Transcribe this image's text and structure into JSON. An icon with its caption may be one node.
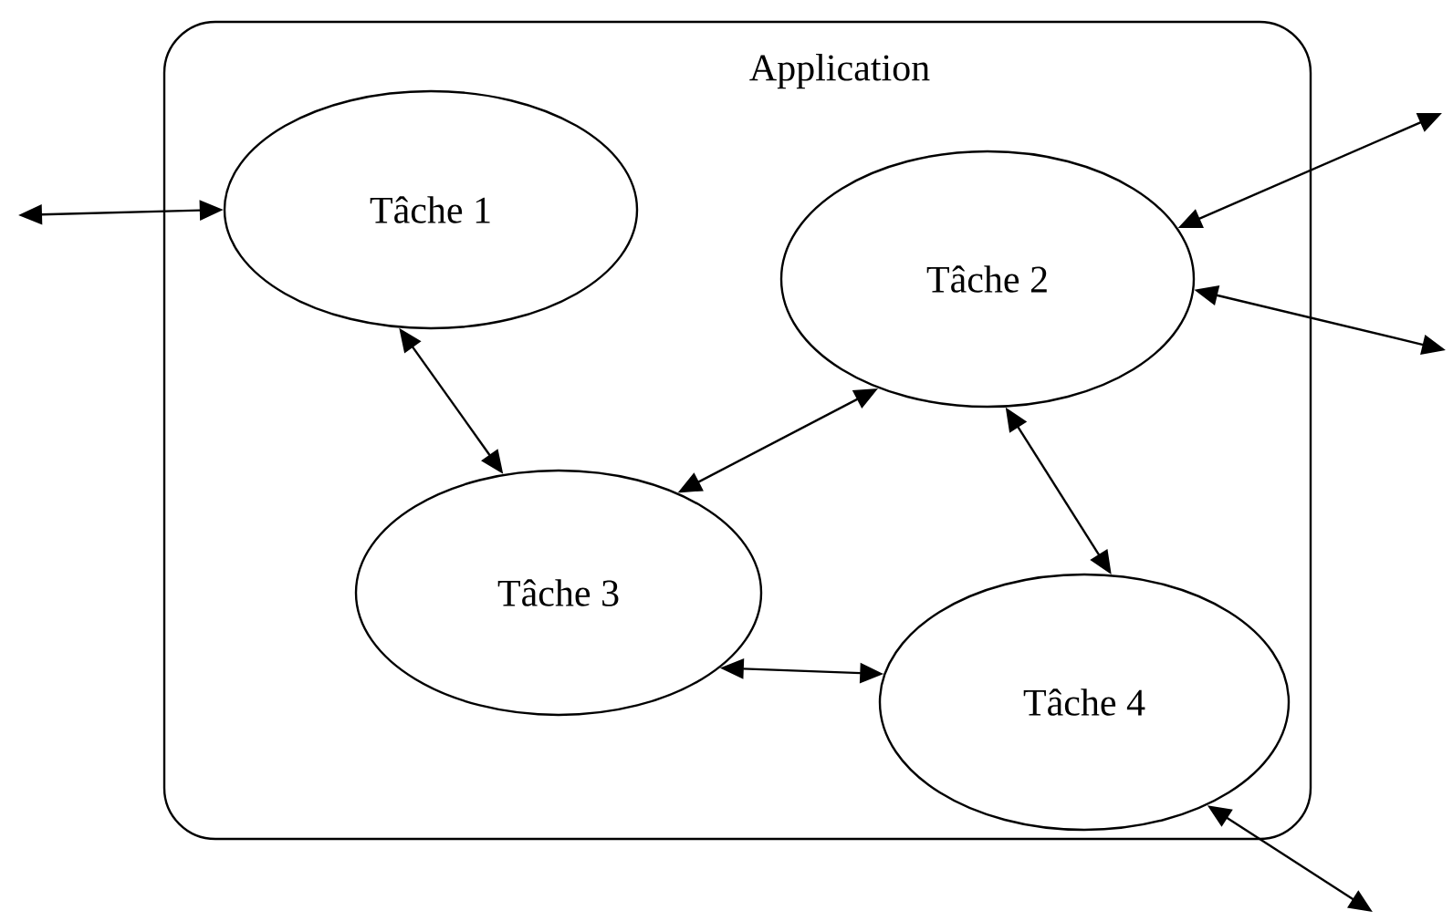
{
  "diagram": {
    "nodes": [
      {
        "text": [
          "Application"
        ]
      },
      {
        "text": [
          "Tâche 1"
        ],
        "in": 0
      },
      {
        "text": [
          "Tâche 2"
        ],
        "in": 0
      },
      {
        "text": [
          "Tâche 3"
        ],
        "in": 0
      },
      {
        "text": [
          "Tâche 4"
        ],
        "in": 0
      }
    ],
    "edges": [
      {
        "from": null,
        "to": 1,
        "arrow": "both"
      },
      {
        "from": 1,
        "to": 3,
        "arrow": "both"
      },
      {
        "from": 2,
        "to": 3,
        "arrow": "both"
      },
      {
        "from": 2,
        "to": 4,
        "arrow": "both"
      },
      {
        "from": 3,
        "to": 4,
        "arrow": "both"
      },
      {
        "from": 2,
        "to": null,
        "arrow": "both"
      },
      {
        "from": 2,
        "to": null,
        "arrow": "both"
      },
      {
        "from": 4,
        "to": null,
        "arrow": "both"
      }
    ]
  }
}
